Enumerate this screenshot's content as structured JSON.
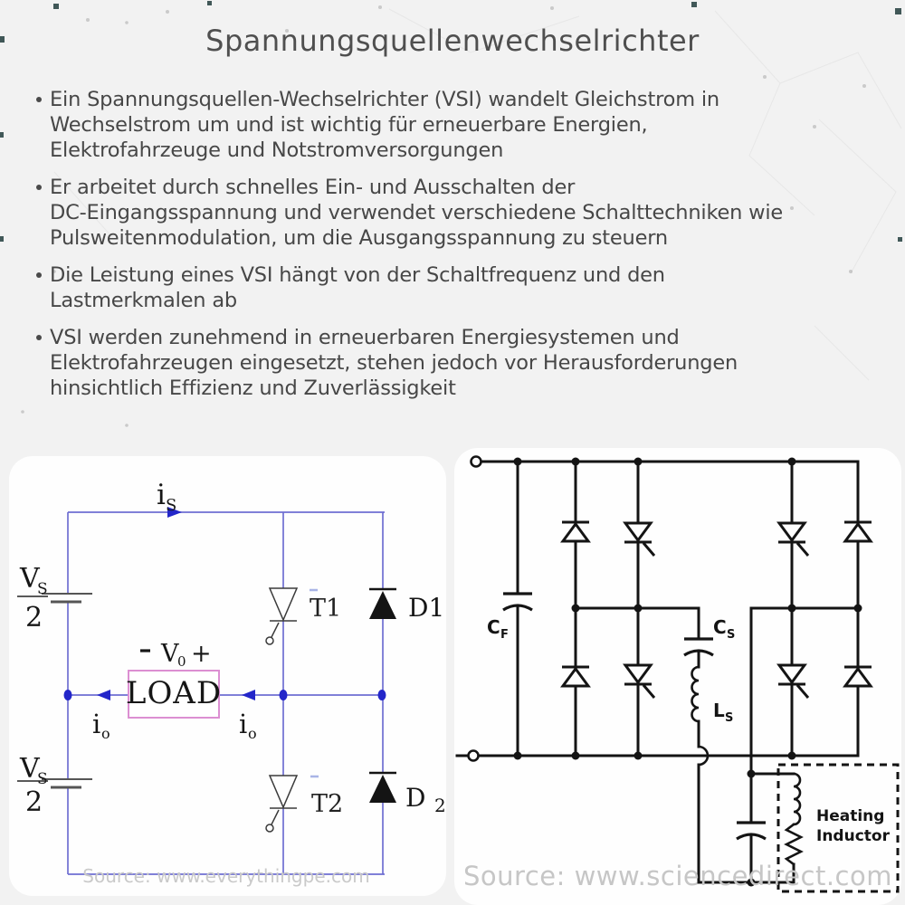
{
  "title": "Spannungsquellenwechselrichter",
  "bullets": [
    "Ein Spannungsquellen-Wechselrichter (VSI) wandelt Gleichstrom in\nWechselstrom um und ist wichtig für erneuerbare Energien,\nElektrofahrzeuge und Notstromversorgungen",
    "Er arbeitet durch schnelles Ein- und Ausschalten der\nDC-Eingangsspannung und verwendet verschiedene Schalttechniken wie\nPulsweitenmodulation, um die Ausgangsspannung zu steuern",
    "Die Leistung eines VSI hängt von der Schaltfrequenz und den\nLastmerkmalen ab",
    "VSI werden zunehmend in erneuerbaren Energiesystemen und\nElektrofahrzeugen eingesetzt, stehen jedoch vor Herausforderungen\nhinsichtlich Effizienz und Zuverlässigkeit"
  ],
  "left_circuit": {
    "source_label": "Source: www.everythingpe.com",
    "labels": {
      "current_top_base": "i",
      "current_top_sub": "S",
      "voltage_top_num": "V",
      "voltage_top_num_sub": "S",
      "voltage_top_den": "2",
      "voltage_bottom_num": "V",
      "voltage_bottom_num_sub": "S",
      "voltage_bottom_den": "2",
      "load": "LOAD",
      "output_voltage_base": "V",
      "output_voltage_sub": "0",
      "output_voltage_plus": "+",
      "current_left_base": "i",
      "current_left_sub": "o",
      "current_right_base": "i",
      "current_right_sub": "o",
      "t1": "T1",
      "d1": "D1",
      "t2": "T2",
      "d2_base": "D",
      "d2_sub": "2"
    }
  },
  "right_circuit": {
    "source_label": "Source: www.sciencedirect.com",
    "labels": {
      "cf_base": "C",
      "cf_sub": "F",
      "cs_base": "C",
      "cs_sub": "S",
      "ls_base": "L",
      "ls_sub": "S",
      "heating_line1": "Heating",
      "heating_line2": "Inductor"
    }
  },
  "colors": {
    "background": "#f2f2f2",
    "panel": "#fefefe",
    "title_text": "#4f4f4f",
    "body_text": "#474747",
    "left_wire": "#6e6ed2",
    "left_accent": "#2326c9",
    "load_border": "#dc8fd2",
    "right_line": "#141414",
    "watermark": "#c9c9c9"
  }
}
